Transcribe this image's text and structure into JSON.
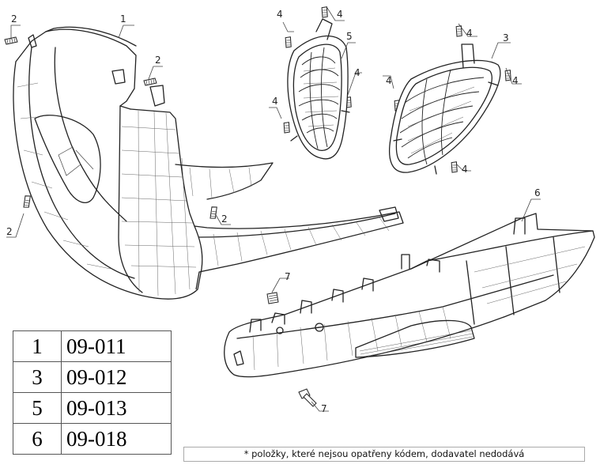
{
  "callouts": {
    "c1": "1",
    "c2a": "2",
    "c2b": "2",
    "c2c": "2",
    "c2d": "2",
    "c3": "3",
    "c4a": "4",
    "c4b": "4",
    "c4c": "4",
    "c4d": "4",
    "c4e": "4",
    "c4f": "4",
    "c4g": "4",
    "c5": "5",
    "c6": "6",
    "c7a": "7",
    "c7b": "7"
  },
  "code_table": [
    {
      "item": "1",
      "code": "09-011"
    },
    {
      "item": "3",
      "code": "09-012"
    },
    {
      "item": "5",
      "code": "09-013"
    },
    {
      "item": "6",
      "code": "09-018"
    }
  ],
  "footnote": "* položky, které nejsou opatřeny kódem, dodavatel nedodává"
}
